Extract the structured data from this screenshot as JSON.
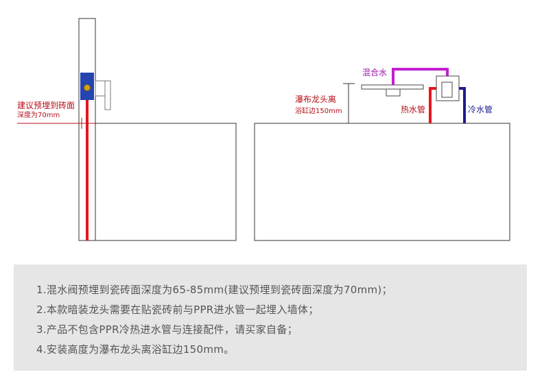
{
  "left_diagram": {
    "embed_depth_label_line1": "建议预埋到砖面",
    "embed_depth_label_line2": "深度为70mm"
  },
  "right_diagram": {
    "height_label_line1": "瀑布龙头离",
    "height_label_line2": "浴缸边150mm",
    "mixed_water_label": "混合水",
    "hot_water_label": "热水管",
    "cold_water_label": "冷水管"
  },
  "colors": {
    "hot_pipe": "#e8141c",
    "cold_pipe": "#1c1c8c",
    "mixed_pipe": "#c21fd1",
    "valve_box": "#2444b0",
    "valve_core": "#d4a017",
    "annotation_text": "#b5101a",
    "panel_bg": "#e6e6e6",
    "note_text": "#555555"
  },
  "notes": [
    "1.混水阀预埋到瓷砖面深度为65-85mm(建议预埋到瓷砖面深度为70mm)；",
    "2.本款暗装龙头需要在贴瓷砖前与PPR进水管一起埋入墙体；",
    "3.产品不包含PPR冷热进水管与连接配件，请买家自备；",
    "4.安装高度为瀑布龙头离浴缸边150mm。"
  ]
}
